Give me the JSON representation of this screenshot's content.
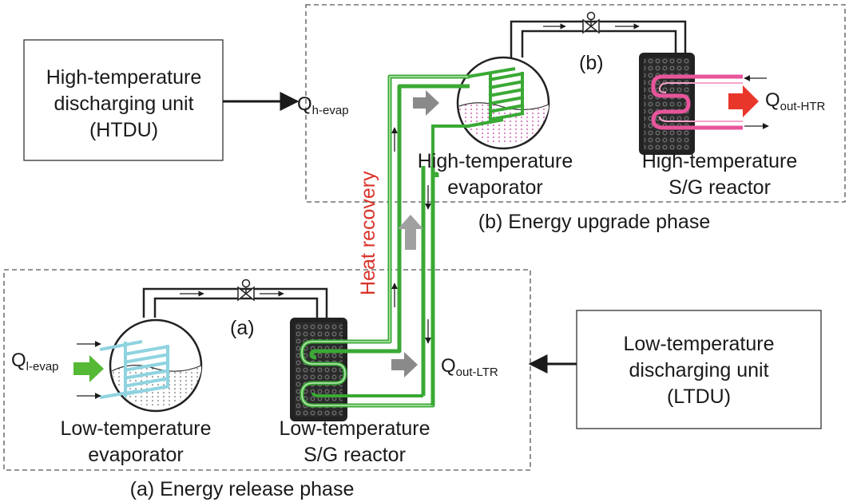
{
  "units": {
    "htdu": [
      "High-temperature",
      "discharging unit",
      "(HTDU)"
    ],
    "ltdu": [
      "Low-temperature",
      "discharging unit",
      "(LTDU)"
    ]
  },
  "phases": {
    "upgrade": "(b) Energy upgrade phase",
    "release": "(a) Energy release phase",
    "marker_b": "(b)",
    "marker_a": "(a)"
  },
  "components": {
    "ht_evaporator": [
      "High-temperature",
      "evaporator"
    ],
    "ht_reactor": [
      "High-temperature",
      "S/G reactor"
    ],
    "lt_evaporator": [
      "Low-temperature",
      "evaporator"
    ],
    "lt_reactor": [
      "Low-temperature",
      "S/G reactor"
    ]
  },
  "flows": {
    "q_h_evap": {
      "main": "Q",
      "sub": "h-evap"
    },
    "q_out_htr": {
      "main": "Q",
      "sub": "out-HTR"
    },
    "q_l_evap": {
      "main": "Q",
      "sub": "l-evap"
    },
    "q_out_ltr": {
      "main": "Q",
      "sub": "out-LTR"
    }
  },
  "heat_recovery": "Heat recovery",
  "colors": {
    "heat_recovery_text": "#d9342b",
    "green_pipe": "#3aa935",
    "cyan_coil": "#8fd3e0",
    "pink_coil": "#e8559c",
    "red_arrow": "#e8362a",
    "gray_arrow": "#8a8a8a",
    "reactor_fill": "#2a2a2a"
  }
}
